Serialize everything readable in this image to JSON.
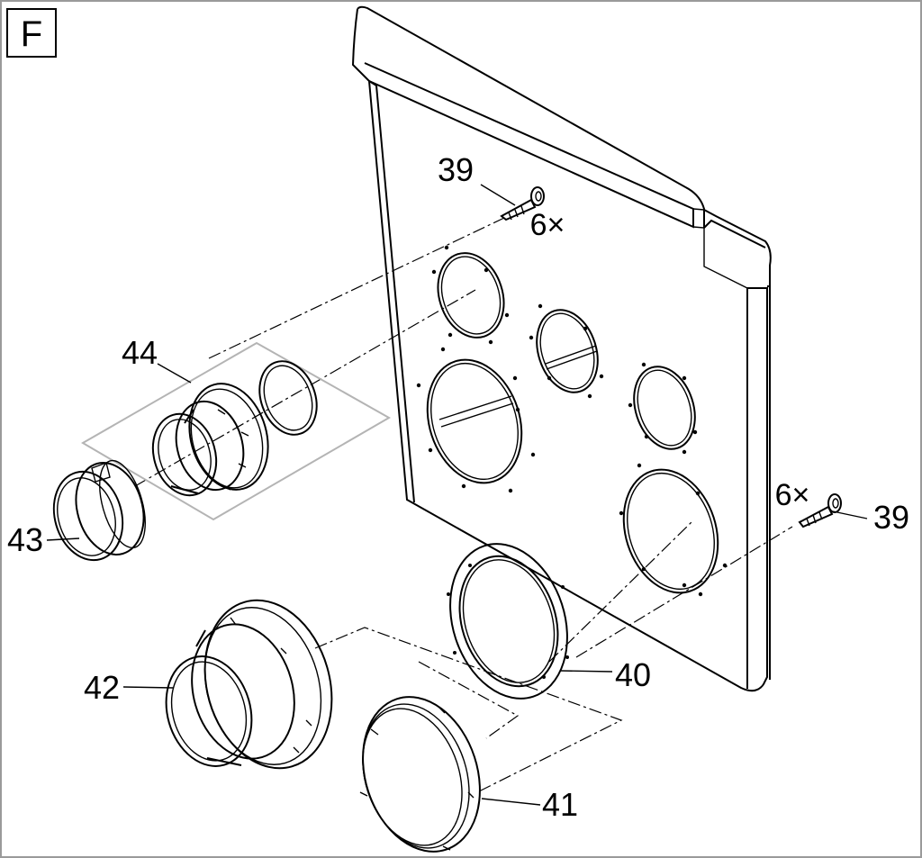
{
  "panel_letter": "F",
  "parts": {
    "screw_top": "39",
    "screw_top_qty": "6×",
    "screw_right": "39",
    "screw_right_qty": "6×",
    "flange_ring": "40",
    "clamp_ring": "41",
    "large_adapter": "42",
    "cap": "43",
    "small_adapter": "44"
  },
  "colors": {
    "line": "#000000",
    "frame": "#9a9a9a",
    "highlight_box": "#b4b4b4"
  }
}
